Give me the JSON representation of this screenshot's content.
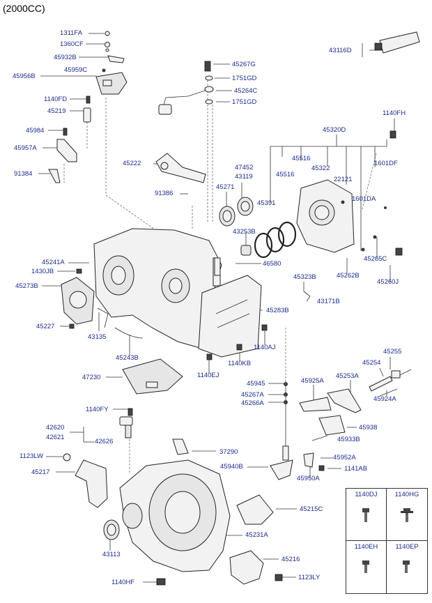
{
  "title": "(2000CC)",
  "labels": {
    "l1311FA": "1311FA",
    "l1360CF": "1360CF",
    "l45932B": "45932B",
    "l45956B": "45956B",
    "l45959C": "45959C",
    "l1140FD": "1140FD",
    "l45219": "45219",
    "l45984": "45984",
    "l45957A": "45957A",
    "l91384": "91384",
    "l45267G": "45267G",
    "l1751GD_a": "1751GD",
    "l45264C": "45264C",
    "l1751GD_b": "1751GD",
    "l43116D": "43116D",
    "l1140FH": "1140FH",
    "l45320D": "45320D",
    "l45516_a": "45516",
    "l45322": "45322",
    "l1601DF": "1601DF",
    "l47452": "47452",
    "l43119": "43119",
    "l45516_b": "45516",
    "l22121": "22121",
    "l45222": "45222",
    "l45271": "45271",
    "l45391": "45391",
    "l1601DA": "1601DA",
    "l91386": "91386",
    "l43253B": "43253B",
    "l45241A": "45241A",
    "l1430JB": "1430JB",
    "l46580": "46580",
    "l45265C": "45265C",
    "l45273B": "45273B",
    "l45323B": "45323B",
    "l45262B": "45262B",
    "l45260J": "45260J",
    "l43171B": "43171B",
    "l45283B": "45283B",
    "l45227": "45227",
    "l43135": "43135",
    "l1140AJ": "1140AJ",
    "l45243B": "45243B",
    "l1140KB": "1140KB",
    "l45255": "45255",
    "l45254": "45254",
    "l47230": "47230",
    "l1140EJ": "1140EJ",
    "l45945": "45945",
    "l45925A": "45925A",
    "l45253A": "45253A",
    "l45267A": "45267A",
    "l45266A": "45266A",
    "l45924A": "45924A",
    "l1140FY": "1140FY",
    "l45938": "45938",
    "l42620": "42620",
    "l42621": "42621",
    "l42626": "42626",
    "l45933B": "45933B",
    "l37290": "37290",
    "l1123LW": "1123LW",
    "l45952A": "45952A",
    "l45940B": "45940B",
    "l1141AB": "1141AB",
    "l45217": "45217",
    "l45950A": "45950A",
    "l45215C": "45215C",
    "l45231A": "45231A",
    "l43113": "43113",
    "l45216": "45216",
    "l1140HF": "1140HF",
    "l1123LY": "1123LY"
  },
  "bolt_table": {
    "c1": "1140DJ",
    "c2": "1140HG",
    "c3": "1140EH",
    "c4": "1140EP"
  }
}
